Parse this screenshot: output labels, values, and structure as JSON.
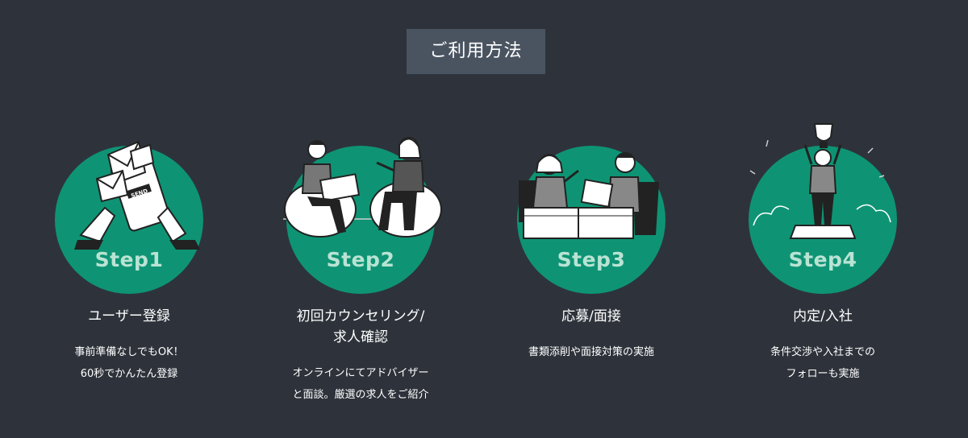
{
  "section": {
    "title": "ご利用方法"
  },
  "colors": {
    "background": "#2e333b",
    "title_bg": "#4a5461",
    "circle": "#0e9474",
    "step_text": "#b9e3d3"
  },
  "steps": [
    {
      "label": "Step1",
      "name": "ユーザー登録",
      "description": "事前準備なしでもOK！\n60秒でかんたん登録",
      "illustration": "envelope-send-icon",
      "send_text": "SEND"
    },
    {
      "label": "Step2",
      "name": "初回カウンセリング/\n求人確認",
      "description": "オンラインにてアドバイザー\nと面談。厳選の求人をご紹介",
      "illustration": "counseling-icon"
    },
    {
      "label": "Step3",
      "name": "応募/面接",
      "description": "書類添削や面接対策の実施",
      "illustration": "interview-icon"
    },
    {
      "label": "Step4",
      "name": "内定/入社",
      "description": "条件交渉や入社までの\nフォローも実施",
      "illustration": "trophy-icon"
    }
  ]
}
